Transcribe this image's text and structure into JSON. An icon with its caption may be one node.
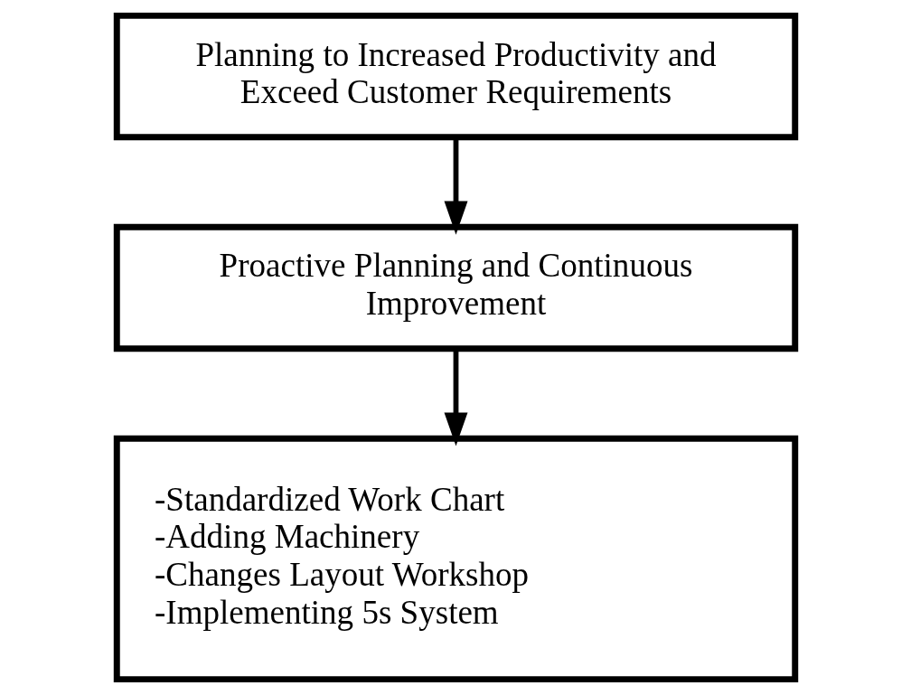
{
  "diagram": {
    "nodes": [
      {
        "text": [
          "Planning to Increased Productivity and Exceed Customer Requirements"
        ]
      },
      {
        "text": [
          "Proactive Planning and Continuous Improvement"
        ]
      },
      {
        "text": [
          "-Standardized Work Chart",
          "-Adding Machinery",
          "-Changes Layout Workshop",
          "-Implementing 5s System"
        ]
      }
    ],
    "edges": [
      {
        "from": 0,
        "to": 1,
        "arrow": "to"
      },
      {
        "from": 1,
        "to": 2,
        "arrow": "to"
      }
    ]
  }
}
